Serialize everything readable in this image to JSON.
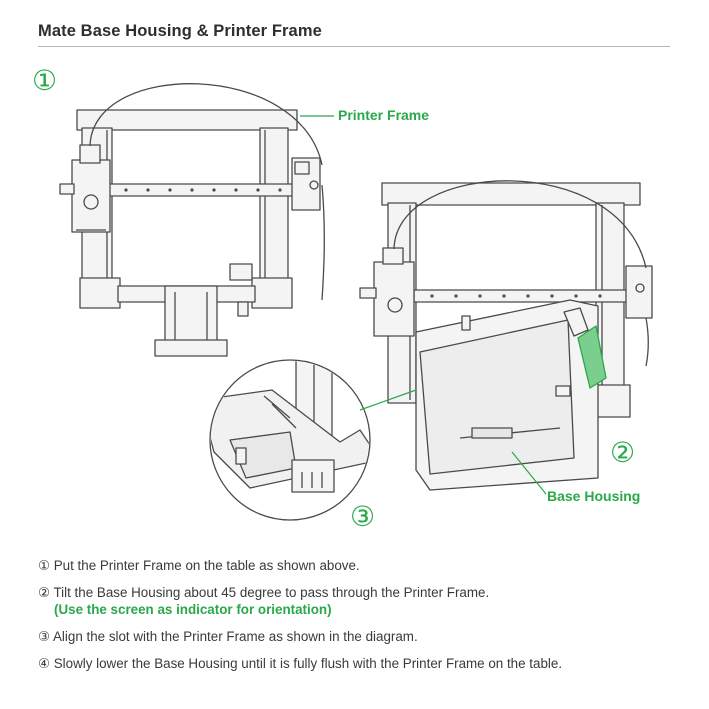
{
  "header": {
    "title": "Mate Base Housing & Printer Frame"
  },
  "figure": {
    "marker_1": "①",
    "marker_2": "②",
    "marker_3": "③",
    "label_frame": "Printer Frame",
    "label_base": "Base Housing",
    "colors": {
      "accent": "#2aa84a",
      "line": "#555555",
      "fill": "#f2f2f2"
    }
  },
  "steps": [
    {
      "text": "① Put the Printer Frame on the table as shown above."
    },
    {
      "text": "② Tilt the Base Housing about 45 degree to pass through the Printer Frame.",
      "sub": "(Use the screen as indicator for orientation)"
    },
    {
      "text": "③ Align the slot with the Printer Frame as shown in the diagram."
    },
    {
      "text": "④ Slowly lower the Base Housing until it is fully flush with the Printer Frame on the table."
    }
  ]
}
